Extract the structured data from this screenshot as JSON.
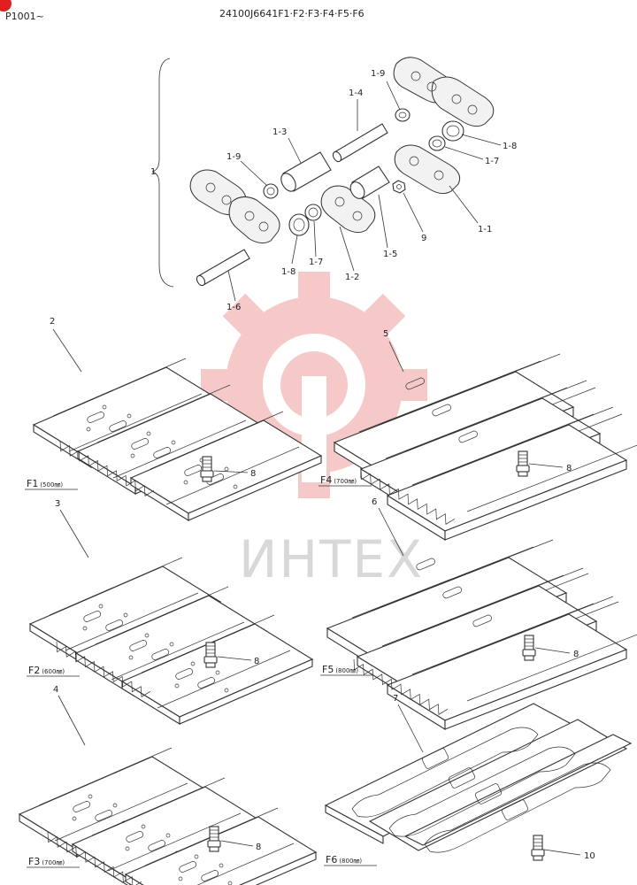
{
  "header": {
    "serial": "P1001~",
    "part_number": "24100J6641F1·F2·F3·F4·F5·F6"
  },
  "watermark": {
    "text": "ИНТЕХ",
    "color": "#f6c9c9"
  },
  "link_assembly": {
    "bracket_label": "1",
    "callouts": {
      "c_1_9_top": "1-9",
      "c_1_4": "1-4",
      "c_1_3": "1-3",
      "c_1_9_left": "1-9",
      "c_1_8_right": "1-8",
      "c_1_7_right": "1-7",
      "c_9": "9",
      "c_1_1": "1-1",
      "c_1_5": "1-5",
      "c_1_7_mid": "1-7",
      "c_1_8_mid": "1-8",
      "c_1_2": "1-2",
      "c_1_6": "1-6"
    }
  },
  "shoes": [
    {
      "id": "F1",
      "size": "(500㎜)",
      "part": "2",
      "bolt": "8"
    },
    {
      "id": "F4",
      "size": "(700㎜)",
      "part": "5",
      "bolt": "8"
    },
    {
      "id": "F2",
      "size": "(600㎜)",
      "part": "3",
      "bolt": "8"
    },
    {
      "id": "F5",
      "size": "(800㎜)",
      "part": "6",
      "bolt": "8"
    },
    {
      "id": "F3",
      "size": "(700㎜)",
      "part": "4",
      "bolt": "8"
    },
    {
      "id": "F6",
      "size": "(800㎜)",
      "part": "7",
      "bolt": "10"
    }
  ]
}
